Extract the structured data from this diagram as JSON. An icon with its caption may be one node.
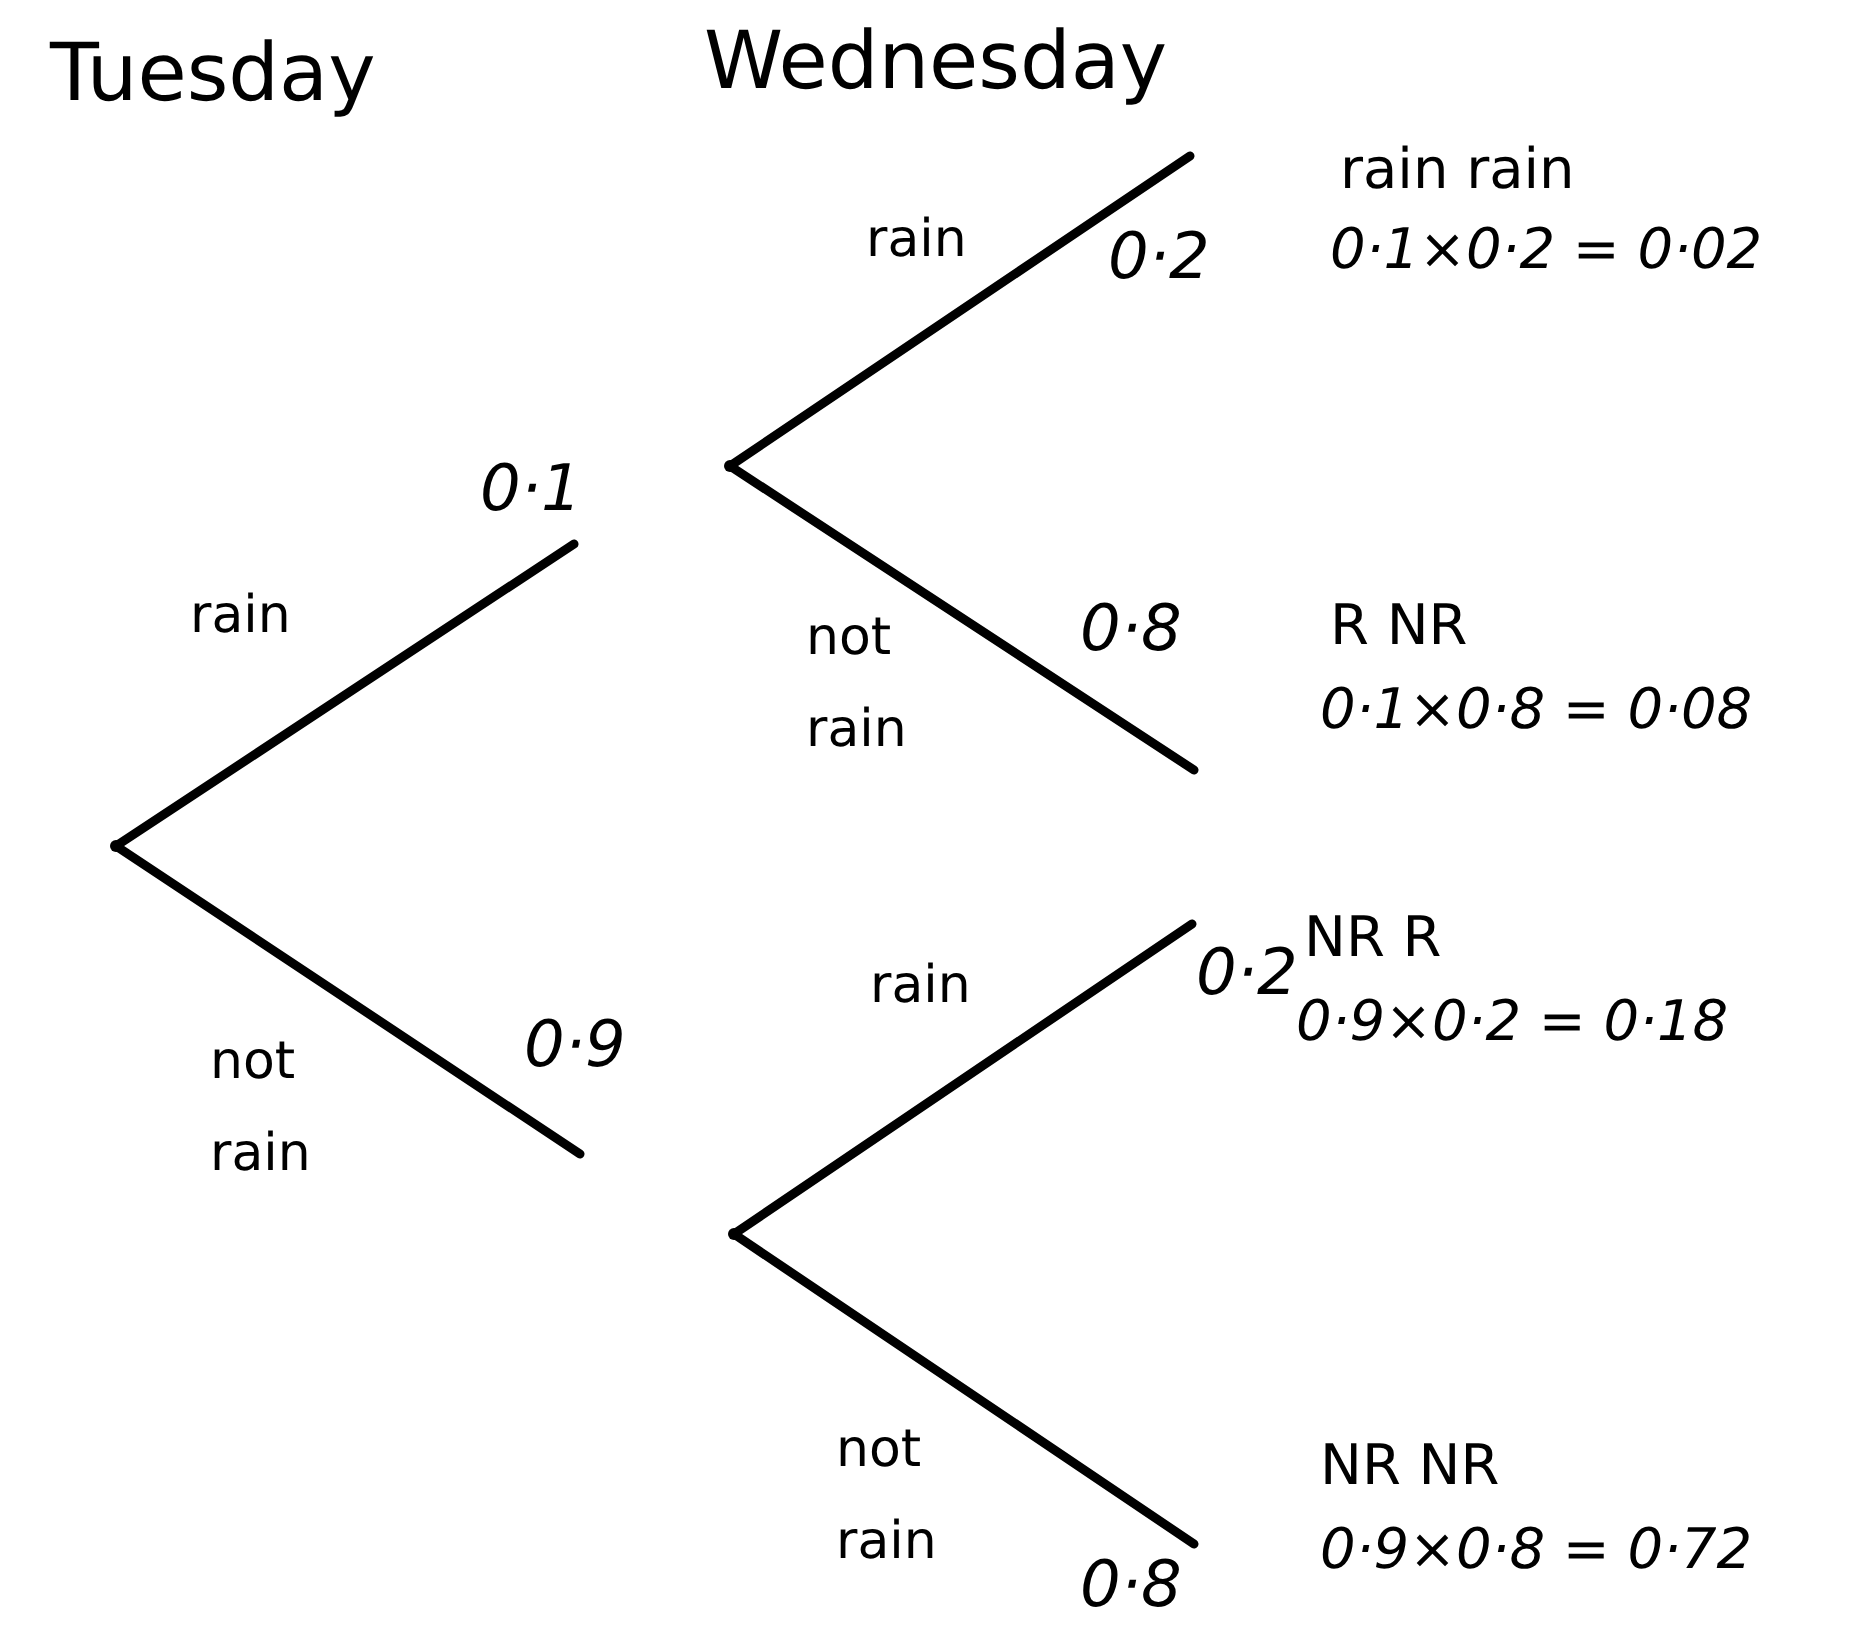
{
  "diagram": {
    "nodes": [
      {
        "text": [],
        "shape": "point"
      },
      {
        "text": [
          "0·1"
        ]
      },
      {
        "text": [
          "0·9"
        ]
      },
      {
        "text": [],
        "shape": "point"
      },
      {
        "text": [],
        "shape": "point"
      },
      {
        "text": [
          "0·2"
        ],
        "beside": [
          "rain rain",
          "0·1×0·2 = 0·02"
        ]
      },
      {
        "text": [
          "0·8"
        ],
        "beside": [
          "R NR",
          "0·1×0·8 = 0·08"
        ]
      },
      {
        "text": [
          "0·2"
        ],
        "beside": [
          "NR R",
          "0·9×0·2 = 0·18"
        ]
      },
      {
        "text": [
          "0·8"
        ],
        "beside": [
          "NR NR",
          "0·9×0·8 = 0·72"
        ]
      }
    ],
    "edges": [
      {
        "from": 0,
        "to": 1,
        "arrow": "none",
        "label": "rain"
      },
      {
        "from": 0,
        "to": 2,
        "arrow": "none",
        "label": "not rain"
      },
      {
        "from": 3,
        "to": 5,
        "arrow": "none",
        "label": "rain"
      },
      {
        "from": 3,
        "to": 6,
        "arrow": "none",
        "label": "not rain"
      },
      {
        "from": 4,
        "to": 7,
        "arrow": "none",
        "label": "rain"
      },
      {
        "from": 4,
        "to": 8,
        "arrow": "none",
        "label": "not rain"
      }
    ],
    "labels": [
      "Tuesday",
      "Wednesday"
    ]
  }
}
